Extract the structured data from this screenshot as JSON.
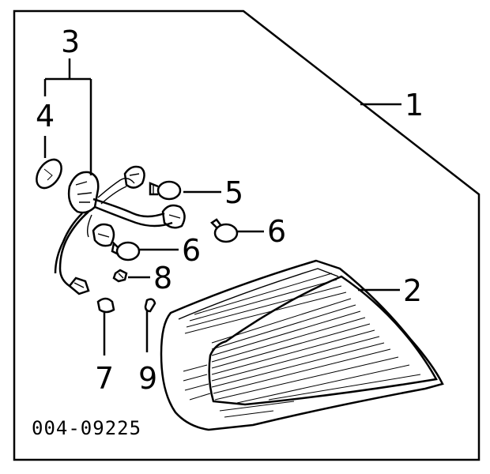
{
  "callouts": {
    "c1": "1",
    "c2": "2",
    "c3": "3",
    "c4": "4",
    "c5": "5",
    "c6a": "6",
    "c6b": "6",
    "c7": "7",
    "c8": "8",
    "c9": "9"
  },
  "part_code": "004-09225",
  "colors": {
    "line": "#000000",
    "background": "#ffffff"
  }
}
